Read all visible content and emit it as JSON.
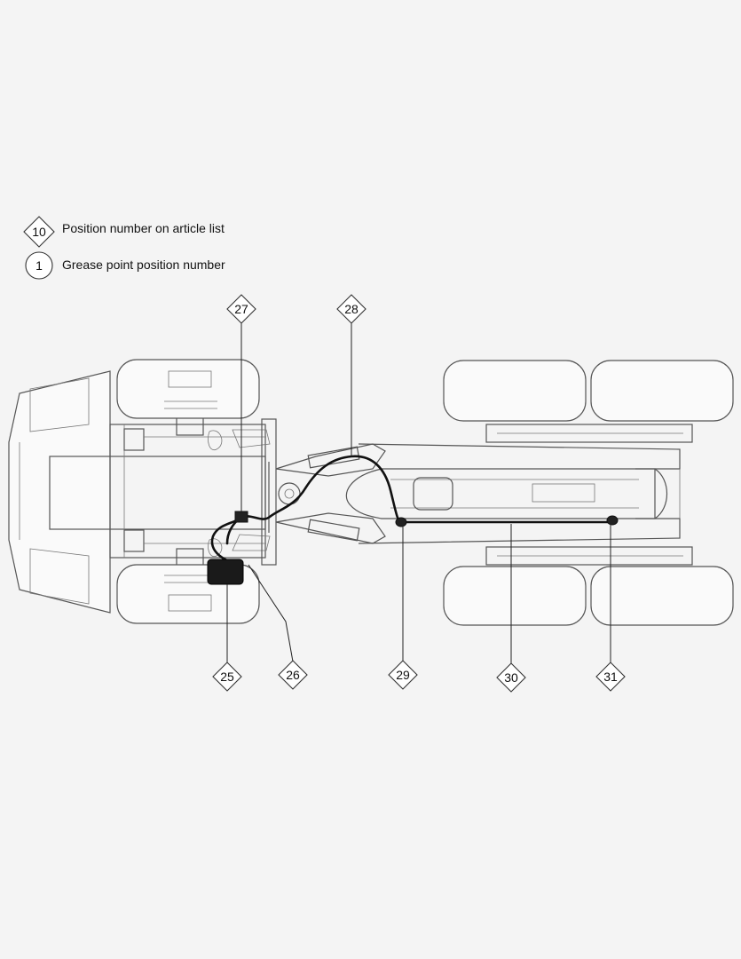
{
  "legend": {
    "position_marker": "10",
    "position_text": "Position number on article list",
    "grease_marker": "1",
    "grease_text": "Grease point position number"
  },
  "callouts": [
    {
      "id": "callout-25",
      "label": "25"
    },
    {
      "id": "callout-26",
      "label": "26"
    },
    {
      "id": "callout-27",
      "label": "27"
    },
    {
      "id": "callout-28",
      "label": "28"
    },
    {
      "id": "callout-29",
      "label": "29"
    },
    {
      "id": "callout-30",
      "label": "30"
    },
    {
      "id": "callout-31",
      "label": "31"
    }
  ],
  "colors": {
    "line": "#555555",
    "hose": "#111111",
    "background": "#f4f4f4"
  }
}
